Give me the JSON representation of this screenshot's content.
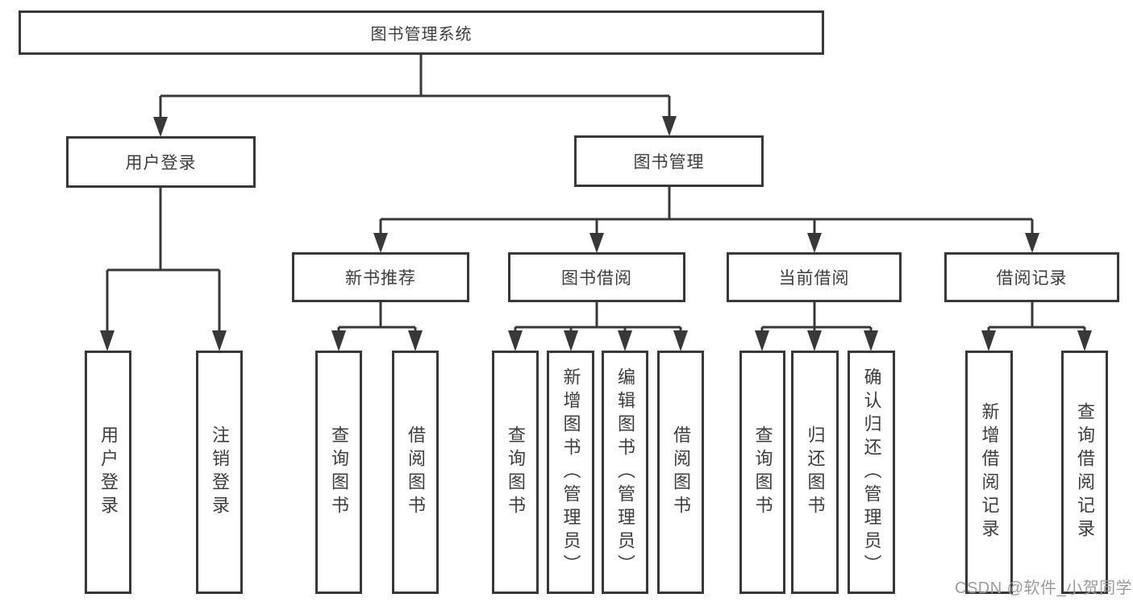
{
  "colors": {
    "background": "#ffffff",
    "line": "#383838",
    "node_border": "#383838",
    "node_fill": "#ffffff",
    "text": "#3d3d3d",
    "watermark": "#9b9b9b"
  },
  "diagram": {
    "type": "tree",
    "root": {
      "label": "图书管理系统"
    },
    "level2": [
      {
        "label": "用户登录"
      },
      {
        "label": "图书管理"
      }
    ],
    "level3": [
      {
        "label": "新书推荐",
        "parent": "图书管理"
      },
      {
        "label": "图书借阅",
        "parent": "图书管理"
      },
      {
        "label": "当前借阅",
        "parent": "图书管理"
      },
      {
        "label": "借阅记录",
        "parent": "图书管理"
      }
    ],
    "leaves": {
      "user_login": [
        {
          "label": "用户登录"
        },
        {
          "label": "注销登录"
        }
      ],
      "new_books": [
        {
          "label": "查询图书"
        },
        {
          "label": "借阅图书"
        }
      ],
      "book_borrow": [
        {
          "label": "查询图书"
        },
        {
          "label": "新增图书（管理员）"
        },
        {
          "label": "编辑图书（管理员）"
        },
        {
          "label": "借阅图书"
        }
      ],
      "current_borrow": [
        {
          "label": "查询图书"
        },
        {
          "label": "归还图书"
        },
        {
          "label": "确认归还（管理员）"
        }
      ],
      "borrow_records": [
        {
          "label": "新增借阅记录"
        },
        {
          "label": "查询借阅记录"
        }
      ]
    }
  },
  "watermark": {
    "text": "CSDN @软件_小贺同学"
  }
}
